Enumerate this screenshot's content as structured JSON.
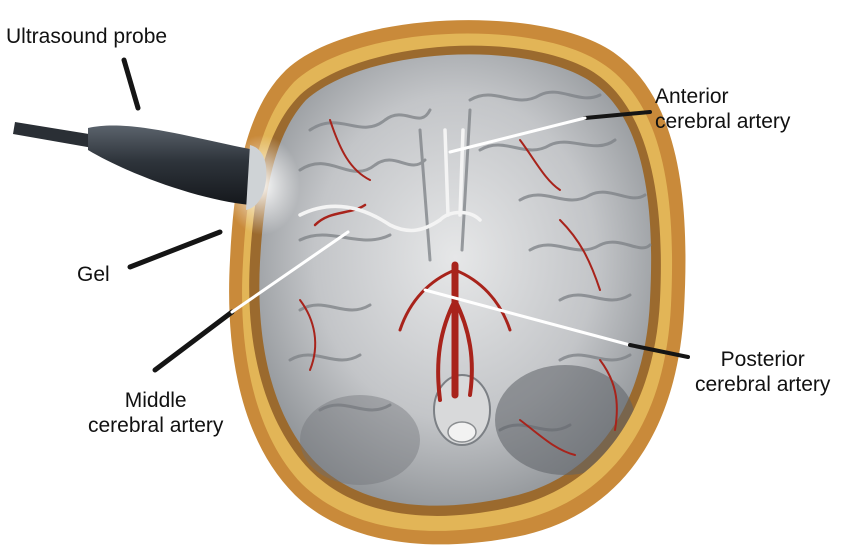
{
  "figure": {
    "labels": {
      "ultrasound_probe": "Ultrasound probe",
      "anterior_cerebral_artery": [
        "Anterior",
        "cerebral artery"
      ],
      "gel": "Gel",
      "middle_cerebral_artery": [
        "Middle",
        "cerebral artery"
      ],
      "posterior_cerebral_artery": [
        "Posterior",
        "cerebral artery"
      ]
    },
    "colors": {
      "skull": "#e0b050",
      "scalp": "#c98a3a",
      "brain": "#c9cbcd",
      "brain_shadow": "#7f8286",
      "artery": "#a8231b",
      "probe": "#2c3137",
      "leader_dark": "#151515",
      "leader_light": "#ffffff"
    }
  }
}
